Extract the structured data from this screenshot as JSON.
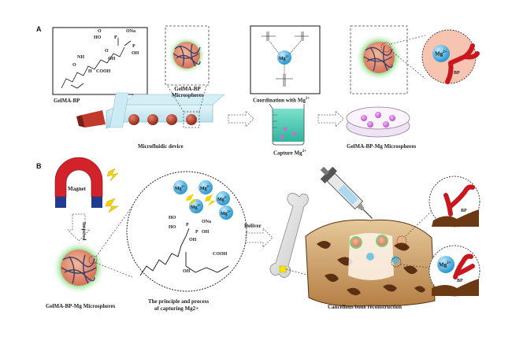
{
  "panel_a": {
    "letter": "A",
    "gelma_bp": "GelMA-BP",
    "microspheres": "GelMA-BP Microspheres",
    "coordination": "Coordination with Mg",
    "coordination_sup": "2+",
    "microfluidic": "Microfluidic device",
    "capture": "Capture Mg",
    "capture_sup": "2+",
    "mg_microspheres": "GelMA-BP-Mg Microspheres",
    "mg_ion": "Mg",
    "mg_sup": "2+",
    "bp": "BP",
    "chem": {
      "o": "O",
      "ona": "ONa",
      "ho": "HO",
      "oh": "OH",
      "p": "P",
      "cooh": "COOH",
      "nh": "NH",
      "h": "H",
      "n": "N"
    }
  },
  "panel_b": {
    "letter": "B",
    "magnet": "Magnet",
    "inspired": "Inspired",
    "deliver": "Deliver",
    "mg_microspheres": "GelMA-BP-Mg Microspheres",
    "principle_line1": "The principle and process",
    "principle_line2": "of capturing Mg2+",
    "cancellous": "Cancellous bone reconstruction",
    "mg_ion": "Mg",
    "mg_sup": "2+",
    "bp": "BP",
    "chem": {
      "ho": "HO",
      "ona": "ONa",
      "oh": "OH",
      "p": "P",
      "cooh": "COOH"
    }
  },
  "colors": {
    "mg_ion": "#3fb6e6",
    "bp_red": "#c8171e",
    "sphere_glow": "#9ee59a",
    "microsphere_core": "#e08c6c",
    "bead": "#b2402c",
    "device": "#bfe4ef",
    "liquid": "#4ccab3",
    "dish_dot": "#c86cd6",
    "bone_tan": "#c9a072",
    "bone_dark": "#5a2f12",
    "magnet_red": "#d3232a",
    "magnet_blue": "#1f3c8e",
    "spark": "#f2d300"
  }
}
